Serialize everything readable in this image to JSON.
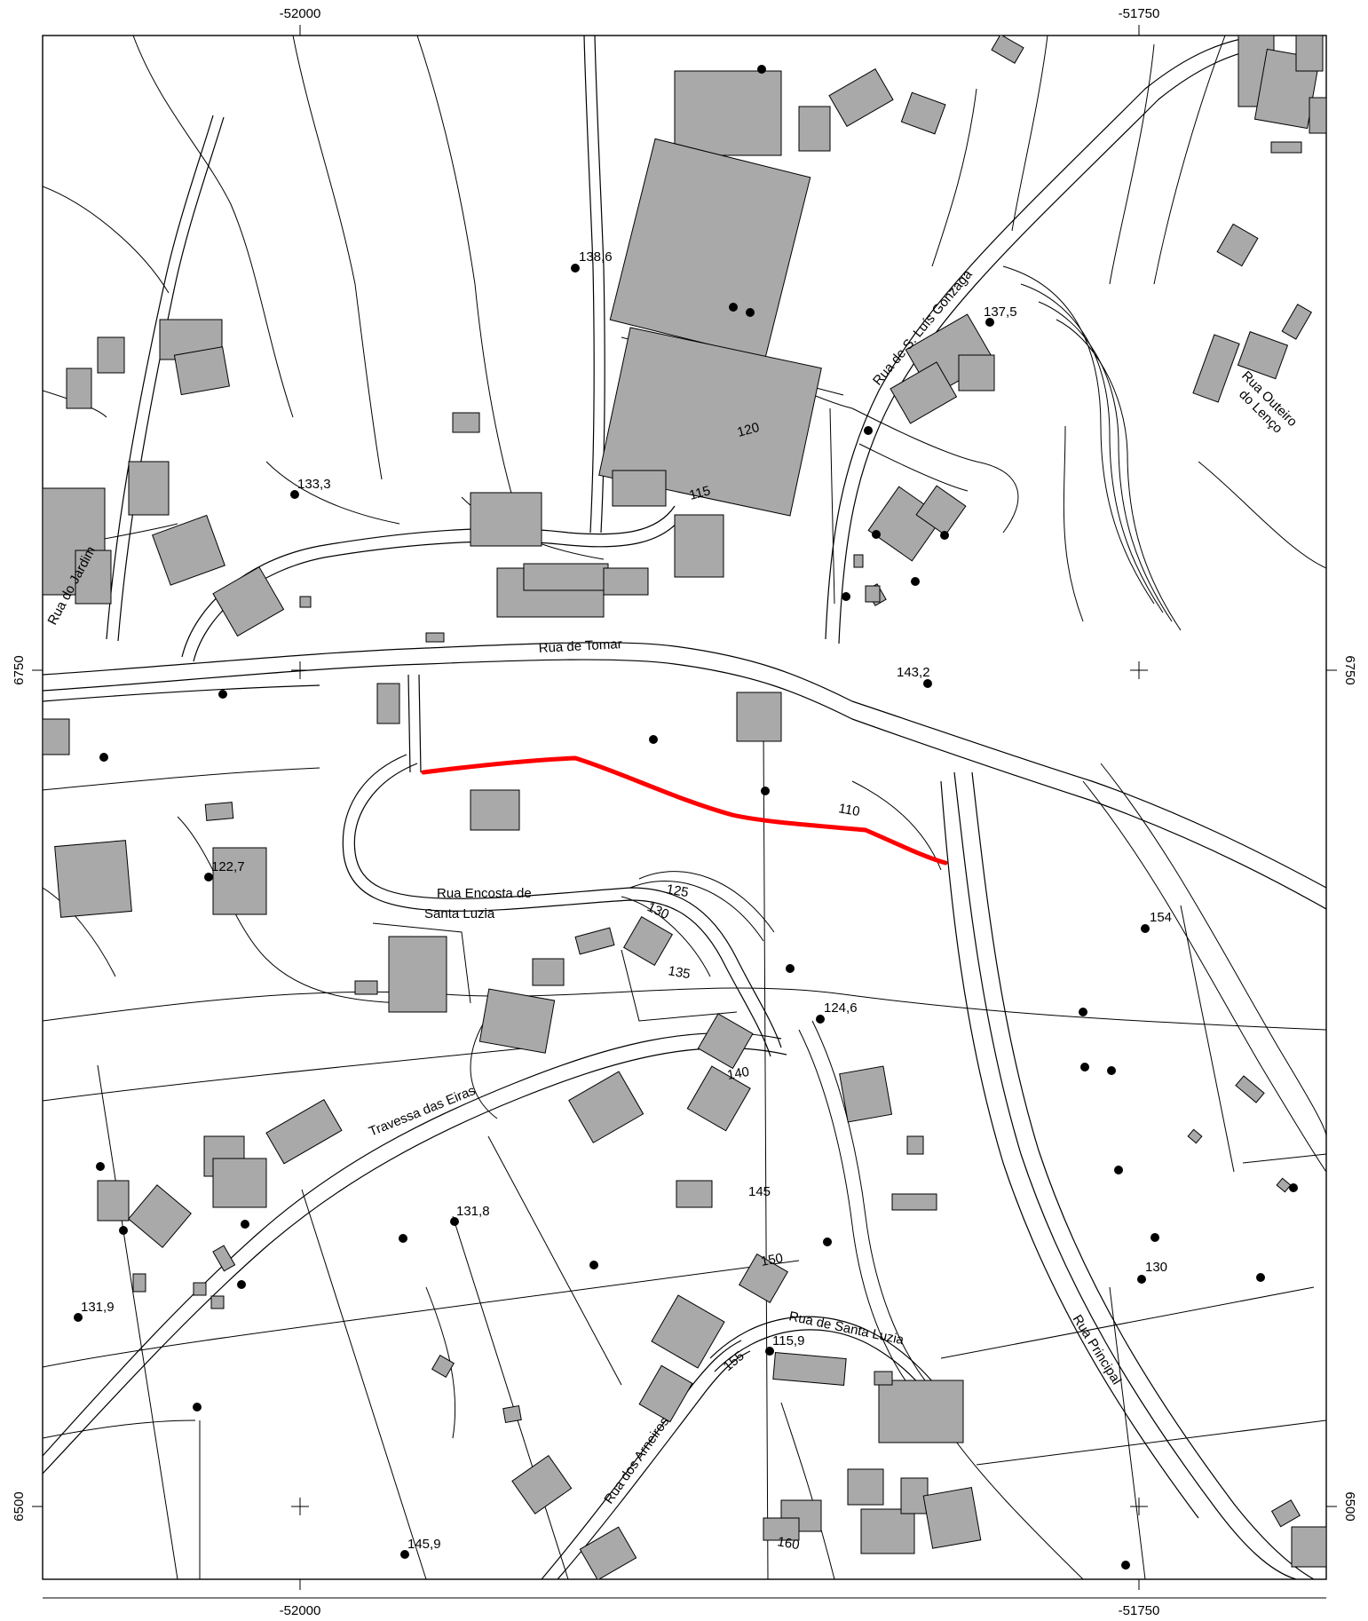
{
  "map": {
    "grid_labels": {
      "top": [
        "-52000",
        "-51750"
      ],
      "bottom": [
        "-52000",
        "-51750"
      ],
      "left": [
        "6750",
        "6500"
      ],
      "right": [
        "6750",
        "6500"
      ]
    },
    "streets": {
      "rua_tomar": "Rua de Tomar",
      "rua_jardim": "Rua do Jardim",
      "rua_luis_gonzaga": "Rua de S. Luís Gonzaga",
      "rua_outeiro_1": "Rua Outeiro",
      "rua_outeiro_2": "do Lenço",
      "rua_encosta_1": "Rua Encosta de",
      "rua_encosta_2": "Santa Luzia",
      "travessa_eiras": "Travessa das Eiras",
      "rua_santa_luzia": "Rua de Santa Luzia",
      "rua_principal": "Rua Principal",
      "rua_arneiros": "Rua dos Arneiros"
    },
    "spot_heights": {
      "h1386": "138,6",
      "h1375": "137,5",
      "h1333": "133,3",
      "h1432": "143,2",
      "h1227": "122,7",
      "h154": "154",
      "h1246": "124,6",
      "h1318": "131,8",
      "h1319": "131,9",
      "h130b": "130",
      "h1159": "115,9",
      "h1459": "145,9"
    },
    "contour_labels": {
      "c120": "120",
      "c115": "115",
      "c110": "110",
      "c125": "125",
      "c130": "130",
      "c135": "135",
      "c140": "140",
      "c145": "145",
      "c150": "150",
      "c155": "155",
      "c160": "160"
    },
    "colors": {
      "building": "#a9a9a9",
      "route": "#ff0000",
      "line": "#000000"
    }
  }
}
